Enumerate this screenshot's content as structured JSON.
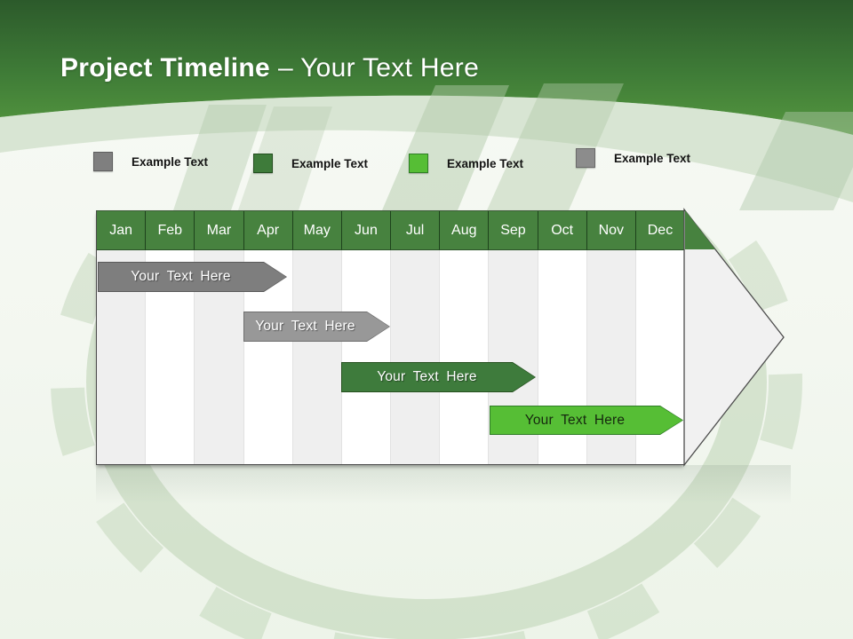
{
  "title": {
    "main": "Project Timeline",
    "suffix": "– Your Text Here"
  },
  "legend": {
    "items": [
      {
        "label": "Example Text",
        "color": "#7f7f7f",
        "border": "#5e5e5e"
      },
      {
        "label": "Example Text",
        "color": "#3e7b3a",
        "border": "#234e1f"
      },
      {
        "label": "Example Text",
        "color": "#56be35",
        "border": "#2f7d26"
      },
      {
        "label": "Example Text",
        "color": "#8c8c8c",
        "border": "#6a6a6a"
      }
    ]
  },
  "timeline": {
    "months": [
      "Jan",
      "Feb",
      "Mar",
      "Apr",
      "May",
      "Jun",
      "Jul",
      "Aug",
      "Sep",
      "Oct",
      "Nov",
      "Dec"
    ],
    "header_color": "#47823f",
    "bars": [
      {
        "label": "Your Text Here",
        "fill": "#7e7e7e",
        "edge": "#5a5a5a",
        "text_style": "lite",
        "span": "Jan–Apr"
      },
      {
        "label": "Your Text Here",
        "fill": "#989898",
        "edge": "#6f6f6f",
        "text_style": "lite",
        "span": "Apr–Jun"
      },
      {
        "label": "Your Text Here",
        "fill": "#3e7b3c",
        "edge": "#26501f",
        "text_style": "lite",
        "span": "Jun–Aug"
      },
      {
        "label": "Your Text Here",
        "fill": "#56be35",
        "edge": "#2f7d26",
        "text_style": "dark",
        "span": "Sep–Dec"
      }
    ]
  },
  "colors": {
    "header_gradient_top": "#2c5a2b",
    "header_gradient_bottom": "#55973f",
    "watermark_green": "#b7cfad",
    "table_stripe": "#efefef"
  }
}
